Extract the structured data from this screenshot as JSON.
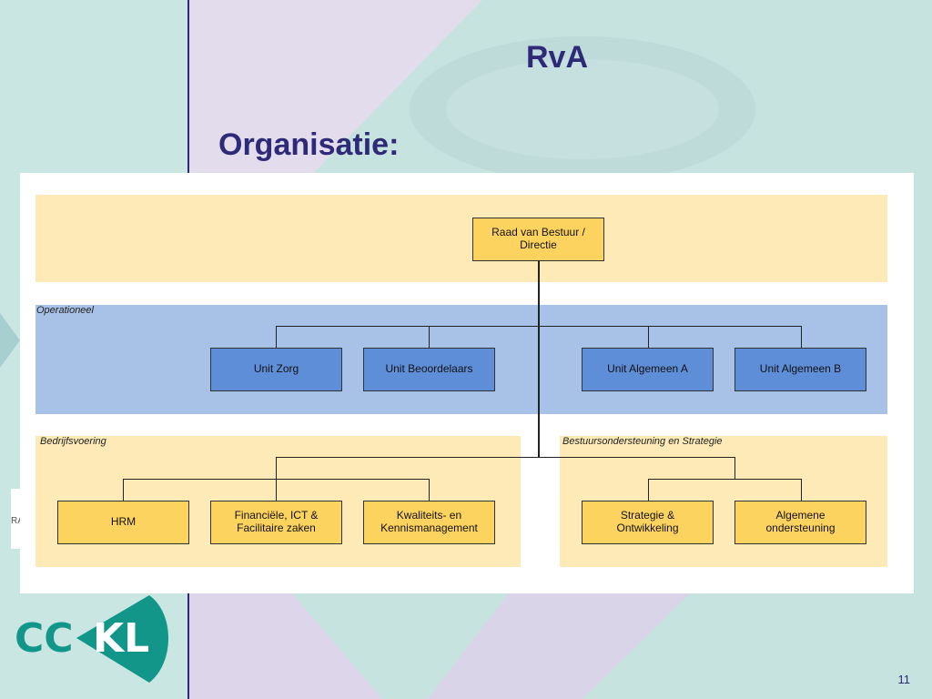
{
  "slide": {
    "title": "RvA",
    "subtitle": "Organisatie:",
    "page_number": "11",
    "logo_text": "CCKL",
    "side_tab_text": "RA"
  },
  "colors": {
    "title": "#2e2a78",
    "yellow_band": "#fdeab6",
    "blue_band": "#a7c2e6",
    "yellow_box": "#fdd35f",
    "blue_box": "#5f8ed8",
    "logo_green": "#13968a"
  },
  "org": {
    "top": "Raad van Bestuur /\nDirectie",
    "sections": {
      "operationeel": "Operationeel",
      "bedrijfsvoering": "Bedrijfsvoering",
      "bestuur": "Bestuursondersteuning en Strategie"
    },
    "operationeel_units": [
      "Unit Zorg",
      "Unit Beoordelaars",
      "Unit Algemeen A",
      "Unit Algemeen B"
    ],
    "bedrijfsvoering_units": [
      "HRM",
      "Financiële, ICT &\nFacilitaire zaken",
      "Kwaliteits- en\nKennismanagement"
    ],
    "bestuur_units": [
      "Strategie &\nOntwikkeling",
      "Algemene\nondersteuning"
    ]
  }
}
